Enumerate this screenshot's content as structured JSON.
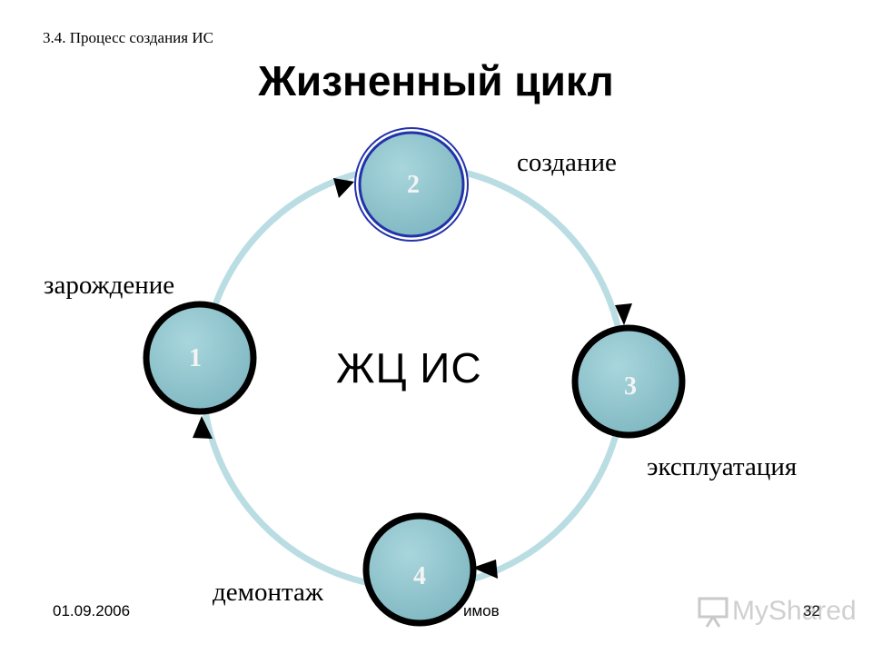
{
  "header": {
    "section": "3.4. Процесс создания ИС",
    "title": "Жизненный цикл"
  },
  "diagram": {
    "center_label": "ЖЦ ИС",
    "stages": [
      {
        "number": "1",
        "label": "зарождение"
      },
      {
        "number": "2",
        "label": "создание"
      },
      {
        "number": "3",
        "label": "эксплуатация"
      },
      {
        "number": "4",
        "label": "демонтаж"
      }
    ],
    "colors": {
      "ring": "#b9dde2",
      "node_fill": "#8fc3cc",
      "node_border": "#000000",
      "active_border": "#2233aa"
    }
  },
  "footer": {
    "date": "01.09.2006",
    "author": "имов",
    "page": "32"
  },
  "watermark": {
    "text": "MyShared",
    "icon": "presentation-board-icon"
  }
}
